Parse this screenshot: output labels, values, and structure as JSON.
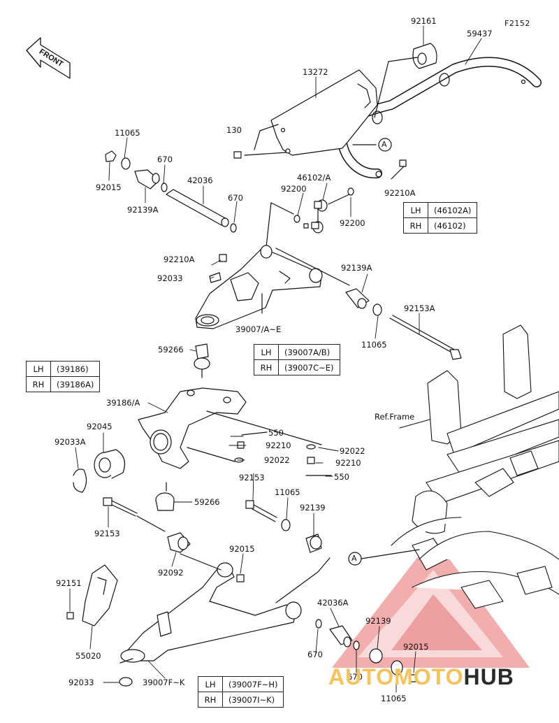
{
  "figure_code": "F2152",
  "front_label": "FRONT",
  "callouts": {
    "marker_a": "A",
    "marker_a_frame": "A",
    "ref_frame": "Ref.Frame"
  },
  "labels": [
    {
      "id": "92161",
      "text": "92161"
    },
    {
      "id": "59437",
      "text": "59437"
    },
    {
      "id": "13272",
      "text": "13272"
    },
    {
      "id": "11065a",
      "text": "11065"
    },
    {
      "id": "130",
      "text": "130"
    },
    {
      "id": "670a",
      "text": "670"
    },
    {
      "id": "92015a",
      "text": "92015"
    },
    {
      "id": "42036",
      "text": "42036"
    },
    {
      "id": "46102A",
      "text": "46102/A"
    },
    {
      "id": "92210Aa",
      "text": "92210A"
    },
    {
      "id": "92139Aa",
      "text": "92139A"
    },
    {
      "id": "92200a",
      "text": "92200"
    },
    {
      "id": "670b",
      "text": "670"
    },
    {
      "id": "92200b",
      "text": "92200"
    },
    {
      "id": "92210Ab",
      "text": "92210A"
    },
    {
      "id": "92139Ab",
      "text": "92139A"
    },
    {
      "id": "92033a",
      "text": "92033"
    },
    {
      "id": "92153A",
      "text": "92153A"
    },
    {
      "id": "39007AE",
      "text": "39007/A~E"
    },
    {
      "id": "11065b",
      "text": "11065"
    },
    {
      "id": "59266a",
      "text": "59266"
    },
    {
      "id": "39186A",
      "text": "39186/A"
    },
    {
      "id": "550a",
      "text": "550"
    },
    {
      "id": "92045",
      "text": "92045"
    },
    {
      "id": "92210a",
      "text": "92210"
    },
    {
      "id": "92022a",
      "text": "92022"
    },
    {
      "id": "92033A",
      "text": "92033A"
    },
    {
      "id": "92022b",
      "text": "92022"
    },
    {
      "id": "92210b",
      "text": "92210"
    },
    {
      "id": "550b",
      "text": "550"
    },
    {
      "id": "92153a",
      "text": "92153"
    },
    {
      "id": "11065c",
      "text": "11065"
    },
    {
      "id": "59266b",
      "text": "59266"
    },
    {
      "id": "92139",
      "text": "92139"
    },
    {
      "id": "92153b",
      "text": "92153"
    },
    {
      "id": "92015b",
      "text": "92015"
    },
    {
      "id": "92092",
      "text": "92092"
    },
    {
      "id": "92151",
      "text": "92151"
    },
    {
      "id": "42036A",
      "text": "42036A"
    },
    {
      "id": "55020",
      "text": "55020"
    },
    {
      "id": "670c",
      "text": "670"
    },
    {
      "id": "92139b",
      "text": "92139"
    },
    {
      "id": "92015c",
      "text": "92015"
    },
    {
      "id": "670d",
      "text": "670"
    },
    {
      "id": "92033b",
      "text": "92033"
    },
    {
      "id": "39007FK",
      "text": "39007F~K"
    },
    {
      "id": "11065d",
      "text": "11065"
    }
  ],
  "tables": [
    {
      "id": "stabilizer-link",
      "rows": [
        {
          "side": "LH",
          "part": "(46102A)"
        },
        {
          "side": "RH",
          "part": "(46102)"
        }
      ]
    },
    {
      "id": "upper-arm",
      "rows": [
        {
          "side": "LH",
          "part": "(39007A/B)"
        },
        {
          "side": "RH",
          "part": "(39007C~E)"
        }
      ]
    },
    {
      "id": "knuckle",
      "rows": [
        {
          "side": "LH",
          "part": "(39186)"
        },
        {
          "side": "RH",
          "part": "(39186A)"
        }
      ]
    },
    {
      "id": "lower-arm",
      "rows": [
        {
          "side": "LH",
          "part": "(39007F~H)"
        },
        {
          "side": "RH",
          "part": "(39007I~K)"
        }
      ]
    }
  ],
  "watermark": {
    "part1": "AUTO",
    "part2": "MOTO",
    "part3": "HUB"
  }
}
